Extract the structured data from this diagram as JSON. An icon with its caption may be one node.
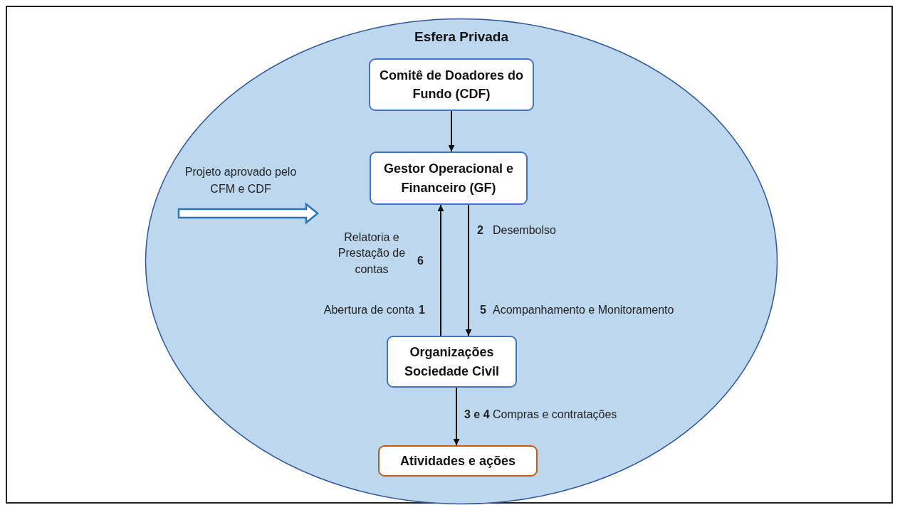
{
  "diagram": {
    "nodes": [
      {
        "text": [
          "Esfera Privada"
        ]
      },
      {
        "text": [
          "Comitê de Doadores do Fundo (CDF)"
        ],
        "in": 0
      },
      {
        "text": [
          "Gestor Operacional e Financeiro (GF)"
        ],
        "in": 0
      },
      {
        "text": [
          "Organizações Sociedade Civil"
        ],
        "in": 0
      },
      {
        "text": [
          "Atividades e ações"
        ],
        "in": 0
      },
      {
        "text": [
          "Projeto aprovado pelo CFM e CDF"
        ],
        "in": 0
      }
    ],
    "edges": [
      {
        "from": 1,
        "to": 2,
        "arrow": "to"
      },
      {
        "from": 3,
        "to": 2,
        "arrow": "to"
      },
      {
        "from": 2,
        "to": 3,
        "arrow": "to"
      },
      {
        "from": 3,
        "to": 4,
        "arrow": "to",
        "label": "**3 e 4** Compras e contratações"
      },
      {
        "from": 5,
        "to": null,
        "arrow": "to",
        "style": "thick",
        "color": "#2e75b6"
      }
    ],
    "labels": [
      "Relatoria e Prestação de contas",
      "6",
      "Abertura de conta",
      "1",
      "2",
      "Desembolso",
      "5",
      "Acompanhamento e Monitoramento"
    ]
  }
}
